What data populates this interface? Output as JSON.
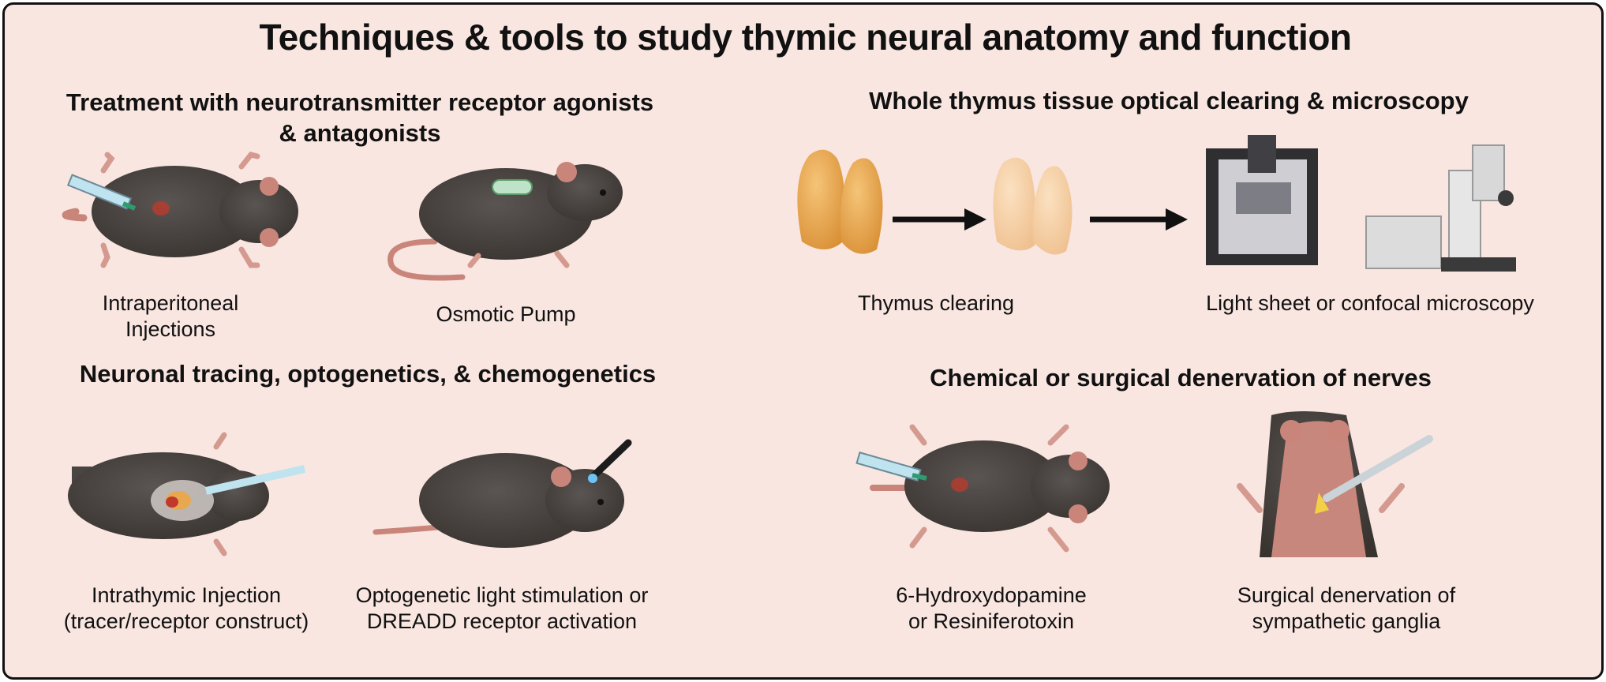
{
  "title": "Techniques & tools to study thymic neural anatomy and function",
  "sections": {
    "treatment": {
      "heading_line1": "Treatment with neurotransmitter receptor agonists",
      "heading_line2": "& antagonists",
      "items": [
        {
          "line1": "Intraperitoneal",
          "line2": "Injections"
        },
        {
          "line1": "Osmotic Pump"
        }
      ]
    },
    "clearing": {
      "heading": "Whole thymus tissue optical clearing & microscopy",
      "items": [
        {
          "line1": "Thymus clearing"
        },
        {
          "line1": "Light sheet or confocal microscopy"
        }
      ]
    },
    "tracing": {
      "heading": "Neuronal tracing, optogenetics, & chemogenetics",
      "items": [
        {
          "line1": "Intrathymic Injection",
          "line2": "(tracer/receptor construct)"
        },
        {
          "line1": "Optogenetic light stimulation or",
          "line2": "DREADD receptor activation"
        }
      ]
    },
    "denervation": {
      "heading": "Chemical or surgical denervation of nerves",
      "items": [
        {
          "line1": "6-Hydroxydopamine",
          "line2": "or Resiniferotoxin"
        },
        {
          "line1": "Surgical denervation of",
          "line2": "sympathetic ganglia"
        }
      ]
    }
  },
  "colors": {
    "background": "#f9e6e1",
    "border": "#111111",
    "mouse_fur": "#4a4543",
    "mouse_skin": "#d49a90",
    "thymus_orange": "#e7a850",
    "thymus_cleared": "#f3cfa3",
    "injection_mark": "#c0392b"
  }
}
